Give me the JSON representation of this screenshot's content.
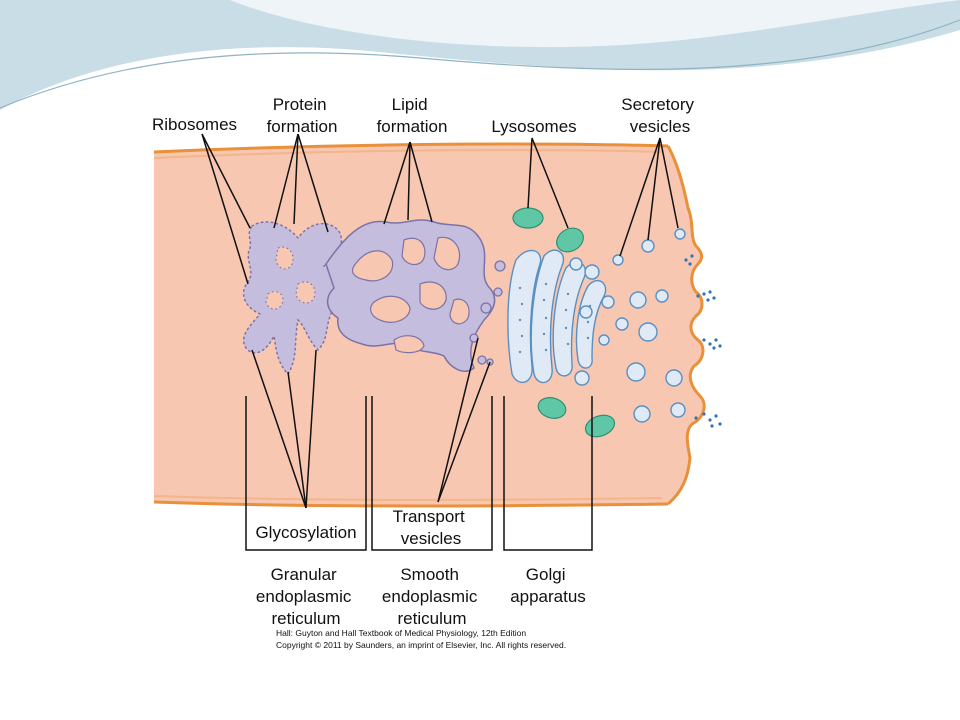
{
  "labels": {
    "ribosomes": "Ribosomes",
    "protein_formation": [
      "Protein",
      "formation"
    ],
    "lipid_formation": [
      "Lipid",
      "formation"
    ],
    "lysosomes": "Lysosomes",
    "secretory_vesicles": [
      "Secretory",
      "vesicles"
    ],
    "glycosylation": "Glycosylation",
    "transport_vesicles": [
      "Transport",
      "vesicles"
    ]
  },
  "regions": {
    "granular_er": [
      "Granular",
      "endoplasmic",
      "reticulum"
    ],
    "smooth_er": [
      "Smooth",
      "endoplasmic",
      "reticulum"
    ],
    "golgi": [
      "Golgi",
      "apparatus"
    ]
  },
  "credit": {
    "line1": "Hall: Guyton and Hall Textbook of Medical Physiology, 12th Edition",
    "line2": "Copyright © 2011 by Saunders, an imprint of Elsevier, Inc. All rights reserved."
  },
  "colors": {
    "cytoplasm": "#f8c7b1",
    "membrane": "#e8903a",
    "reticulum": "#c4bddd",
    "reticulum_edge": "#7b72a8",
    "ribosome": "#4a3f7a",
    "lysosome": "#5fc7a6",
    "vesicle": "#dfeaf6",
    "vesicle_edge": "#5a8fc2"
  }
}
